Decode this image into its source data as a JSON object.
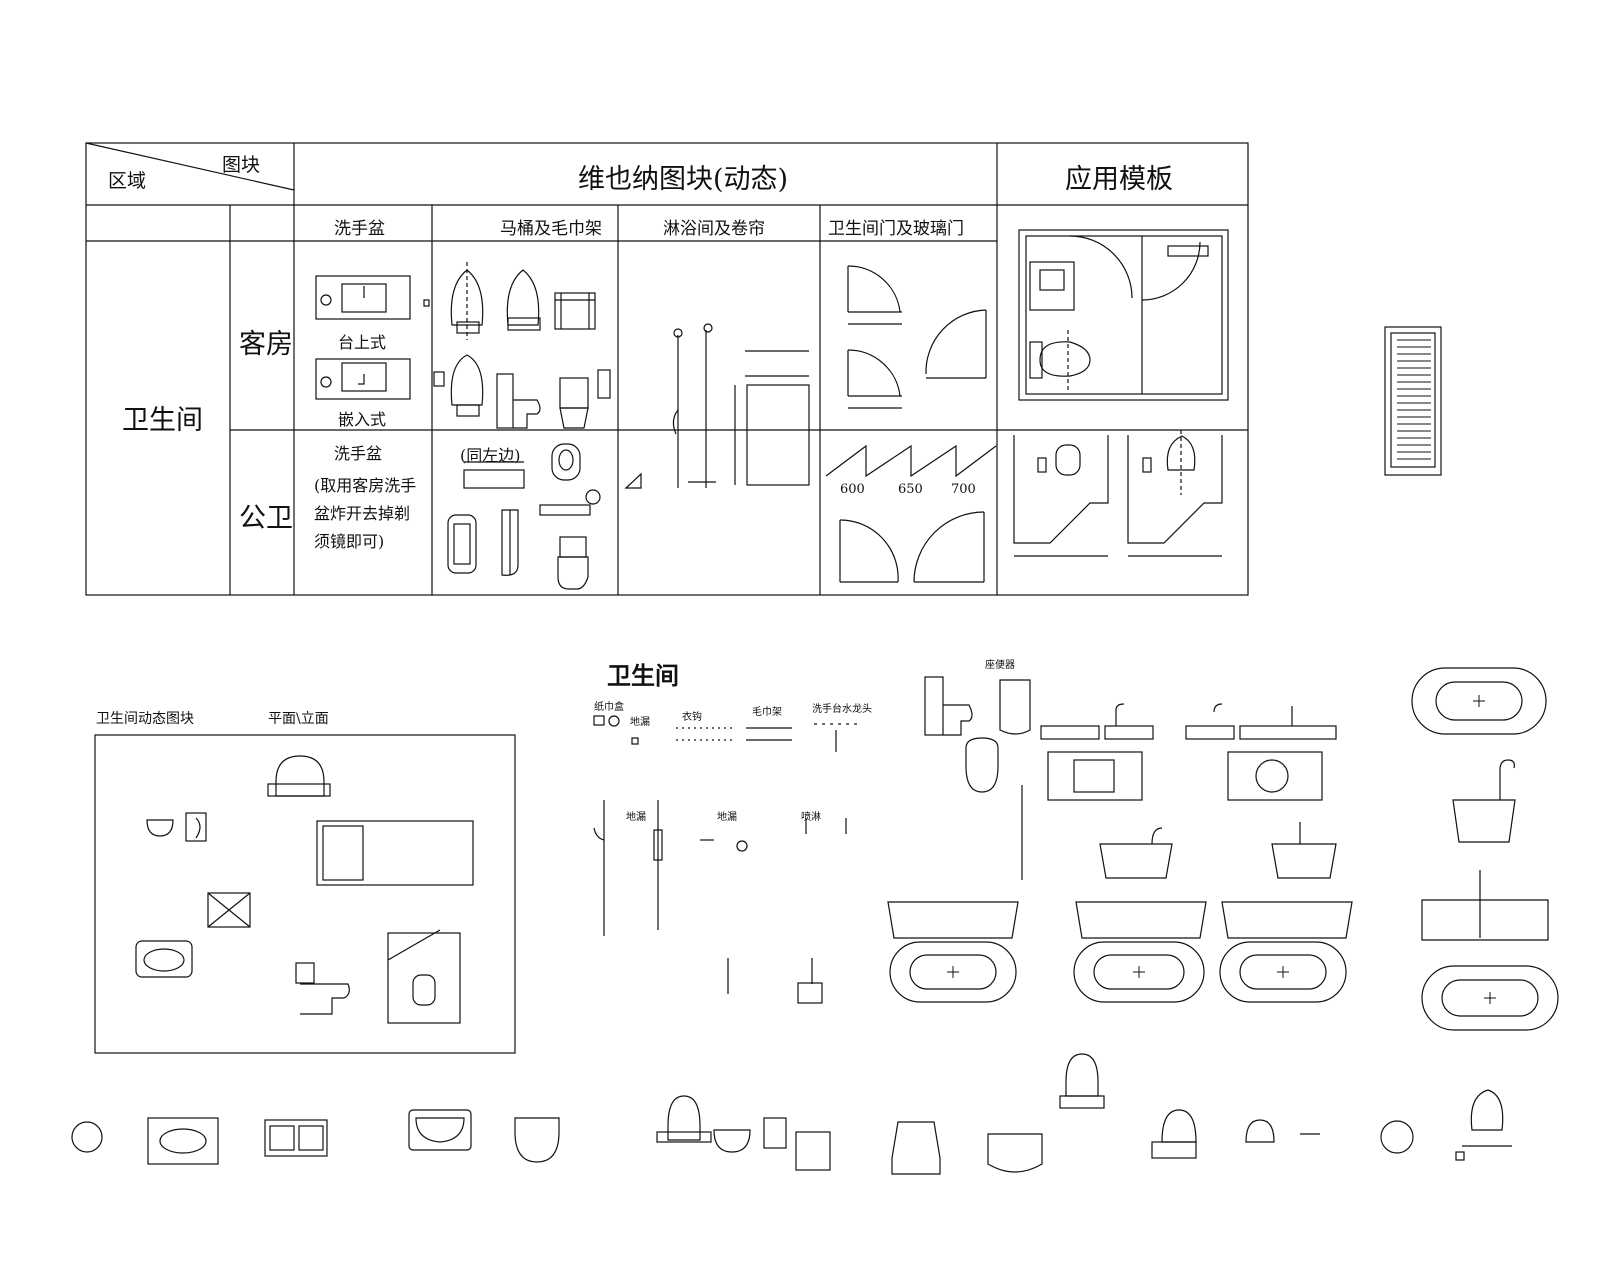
{
  "table": {
    "corner_top": "图块",
    "corner_bottom": "区域",
    "header_main": "维也纳图块(动态)",
    "header_template": "应用模板",
    "col_basin": "洗手盆",
    "col_toilet": "马桶及毛巾架",
    "col_shower": "淋浴间及卷帘",
    "col_door": "卫生间门及玻璃门",
    "region": "卫生间",
    "row_guest": "客房",
    "row_public": "公卫",
    "basin_counter": "台上式",
    "basin_inset": "嵌入式",
    "public_basin_title": "洗手盆",
    "public_basin_note_1": "(取用客房洗手",
    "public_basin_note_2": "盆炸开去掉剃",
    "public_basin_note_3": "须镜即可)",
    "same_as_left": "(同左边)",
    "door_600": "600",
    "door_650": "650",
    "door_700": "700"
  },
  "lower": {
    "dynamic_block_title": "卫生间动态图块",
    "plan_elevation": "平面\\立面",
    "bathroom_title": "卫生间",
    "small_labels": [
      "纸巾盒",
      "地漏",
      "衣钩",
      "毛巾架",
      "洗手台水龙头",
      "地漏",
      "地漏",
      "喷淋",
      "座便器"
    ]
  }
}
